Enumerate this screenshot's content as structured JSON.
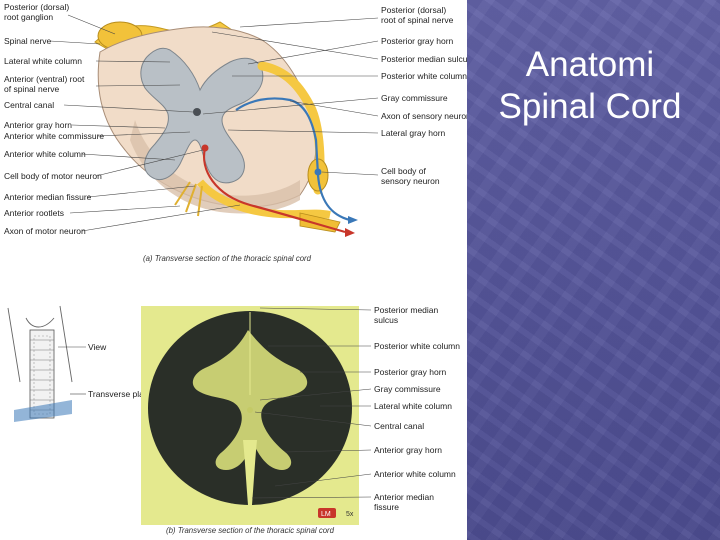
{
  "slide": {
    "title_lines": [
      "Anatomi",
      "Spinal Cord"
    ]
  },
  "figure_a": {
    "left_labels": [
      "Posterior (dorsal)",
      "root ganglion",
      "Spinal nerve",
      "Lateral white column",
      "Anterior (ventral) root",
      "of spinal nerve",
      "Central canal",
      "Anterior gray horn",
      "Anterior white commissure",
      "Anterior white column",
      "Cell body of motor neuron",
      "Anterior median fissure",
      "Anterior rootlets",
      "Axon of motor neuron"
    ],
    "right_labels": [
      "Posterior (dorsal)",
      "root of spinal nerve",
      "Posterior gray horn",
      "Posterior median sulcus",
      "Posterior white column",
      "Gray commissure",
      "Axon of sensory neuron",
      "Lateral gray horn",
      "Cell body of",
      "sensory neuron"
    ],
    "caption": "(a) Transverse section of the thoracic spinal cord"
  },
  "figure_b": {
    "inset_labels": [
      "View",
      "Transverse plane"
    ],
    "right_labels": [
      "Posterior median",
      "sulcus",
      "Posterior white column",
      "Posterior gray horn",
      "Gray commissure",
      "Lateral white column",
      "Central canal",
      "Anterior gray horn",
      "Anterior white column",
      "Anterior median",
      "fissure"
    ],
    "badge": "LM",
    "magnification": "5x",
    "caption": "(b) Transverse section of the thoracic spinal cord"
  },
  "colors": {
    "background": "#5a5a9c",
    "title": "#ffffff",
    "gray_matter": "#b9c0c6",
    "white_matter": "#f1dcc8",
    "nerve": "#f5c842",
    "sensory_axon": "#3a78b8",
    "motor_axon": "#c8362a",
    "micrograph_bg": "#e4e98e",
    "micrograph_white_matter": "#2a2f28"
  },
  "icons": {
    "badge": "lm-badge"
  }
}
